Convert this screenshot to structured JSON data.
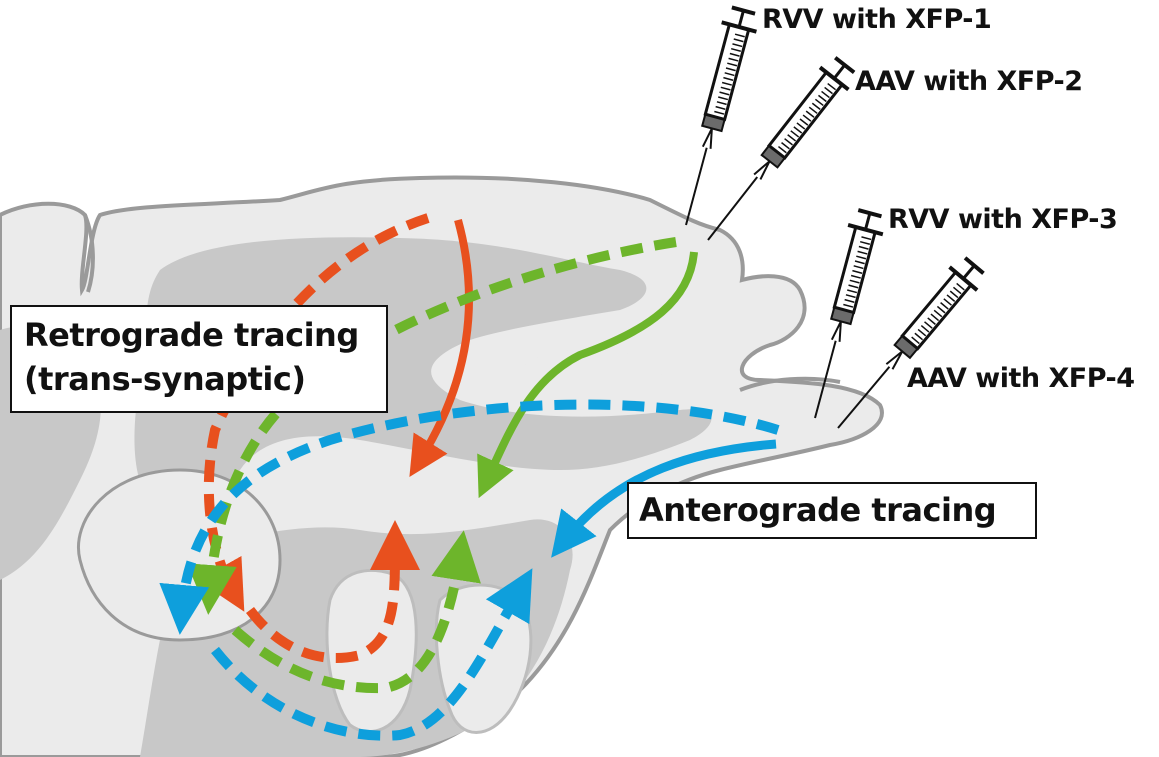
{
  "diagram": {
    "subject": "Sagittal mouse brain section with viral neural circuit tracing",
    "labels": {
      "retrograde_line1": "Retrograde tracing",
      "retrograde_line2": "(trans-synaptic)",
      "anterograde": "Anterograde tracing"
    },
    "injections": [
      {
        "virus": "RVV",
        "label": "RVV with XFP-1",
        "color_name": "red-orange",
        "type": "retrograde"
      },
      {
        "virus": "AAV",
        "label": "AAV with XFP-2",
        "color_name": "green",
        "type": "anterograde"
      },
      {
        "virus": "RVV",
        "label": "RVV with XFP-3",
        "color_name": "blue",
        "type": "retrograde"
      },
      {
        "virus": "AAV",
        "label": "AAV with XFP-4",
        "color_name": "blue",
        "type": "anterograde"
      }
    ],
    "colors": {
      "red": "#e8501e",
      "green": "#6db52b",
      "blue": "#0e9fdc",
      "brain_light": "#ebebeb",
      "brain_mid": "#c8c8c8",
      "brain_outline": "#9a9a9a",
      "syringe_plunger": "#6b6b6b"
    }
  }
}
